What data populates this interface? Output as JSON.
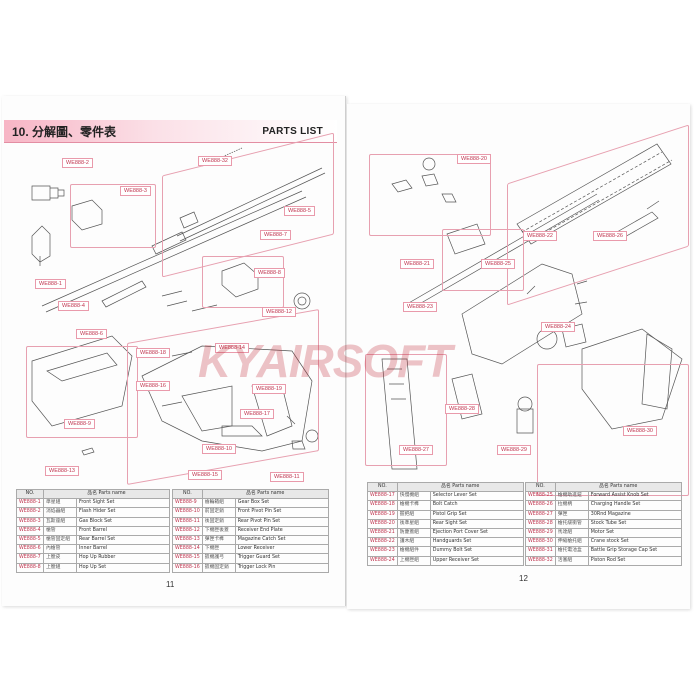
{
  "left_page": {
    "title_zh": "10. 分解圖、零件表",
    "title_en": "PARTS LIST",
    "page_number": "11",
    "callouts": [
      "WE888-2",
      "WE888-3",
      "WE888-32",
      "WE888-5",
      "WE888-7",
      "WE888-1",
      "WE888-4",
      "WE888-6",
      "WE888-8",
      "WE888-12",
      "WE888-14",
      "WE888-18",
      "WE888-16",
      "WE888-19",
      "WE888-9",
      "WE888-17",
      "WE888-10",
      "WE888-13",
      "WE888-15",
      "WE888-11"
    ],
    "table_header": {
      "no": "NO.",
      "name": "品名 Parts name"
    },
    "table_left": [
      {
        "no": "WE888-1",
        "zh": "準星組",
        "en": "Front Sight Set"
      },
      {
        "no": "WE888-2",
        "zh": "消焰器組",
        "en": "Flash Hider Set"
      },
      {
        "no": "WE888-3",
        "zh": "瓦斯座組",
        "en": "Gas Block Set"
      },
      {
        "no": "WE888-4",
        "zh": "槍管",
        "en": "Front Barrel"
      },
      {
        "no": "WE888-5",
        "zh": "槍管固定組",
        "en": "Rear Barrel Set"
      },
      {
        "no": "WE888-6",
        "zh": "內槍管",
        "en": "Inner Barrel"
      },
      {
        "no": "WE888-7",
        "zh": "上膛皮",
        "en": "Hop Up Rubber"
      },
      {
        "no": "WE888-8",
        "zh": "上膛組",
        "en": "Hop Up Set"
      }
    ],
    "table_right": [
      {
        "no": "WE888-9",
        "zh": "齒輪箱組",
        "en": "Gear Box Set"
      },
      {
        "no": "WE888-10",
        "zh": "前固定銷",
        "en": "Front Pivot Pin Set"
      },
      {
        "no": "WE888-11",
        "zh": "後固定銷",
        "en": "Rear Pivot Pin Set"
      },
      {
        "no": "WE888-12",
        "zh": "下機匣後蓋",
        "en": "Receiver End Plate"
      },
      {
        "no": "WE888-13",
        "zh": "彈匣卡榫",
        "en": "Magazine Catch Set"
      },
      {
        "no": "WE888-14",
        "zh": "下機匣",
        "en": "Lower Receiver"
      },
      {
        "no": "WE888-15",
        "zh": "扳機護弓",
        "en": "Trigger Guard Set"
      },
      {
        "no": "WE888-16",
        "zh": "扳機固定銷",
        "en": "Trigger Lock Pin"
      }
    ]
  },
  "right_page": {
    "page_number": "12",
    "callouts": [
      "WE888-20",
      "WE888-22",
      "WE888-26",
      "WE888-21",
      "WE888-25",
      "WE888-23",
      "WE888-24",
      "WE888-28",
      "WE888-27",
      "WE888-29",
      "WE888-30"
    ],
    "table_header": {
      "no": "NO.",
      "name": "品名 Parts name"
    },
    "table_left": [
      {
        "no": "WE888-17",
        "zh": "快慢機組",
        "en": "Selector Lever Set"
      },
      {
        "no": "WE888-18",
        "zh": "槍機卡榫",
        "en": "Bolt Catch"
      },
      {
        "no": "WE888-19",
        "zh": "握把組",
        "en": "Pistol Grip Set"
      },
      {
        "no": "WE888-20",
        "zh": "後準星組",
        "en": "Rear Sight Set"
      },
      {
        "no": "WE888-21",
        "zh": "防塵蓋組",
        "en": "Ejection Port Cover Set"
      },
      {
        "no": "WE888-22",
        "zh": "護木組",
        "en": "Handguards Set"
      },
      {
        "no": "WE888-23",
        "zh": "槍機組件",
        "en": "Dummy Bolt Set"
      },
      {
        "no": "WE888-24",
        "zh": "上機匣組",
        "en": "Upper Receiver Set"
      }
    ],
    "table_right": [
      {
        "no": "WE888-25",
        "zh": "槍機助進鈕",
        "en": "Forward Assist Knob Set"
      },
      {
        "no": "WE888-26",
        "zh": "拉機柄",
        "en": "Charging Handle Set"
      },
      {
        "no": "WE888-27",
        "zh": "彈匣",
        "en": "30Rnd Magazine"
      },
      {
        "no": "WE888-28",
        "zh": "槍托緩衝管",
        "en": "Stock Tube Set"
      },
      {
        "no": "WE888-29",
        "zh": "馬達組",
        "en": "Motor Set"
      },
      {
        "no": "WE888-30",
        "zh": "伸縮槍托組",
        "en": "Crane stock Set"
      },
      {
        "no": "WE888-31",
        "zh": "槍托電池盒",
        "en": "Battle Grip Storage Cap Set"
      },
      {
        "no": "WE888-32",
        "zh": "活塞組",
        "en": "Piston Rod Set"
      }
    ]
  },
  "watermark": "KYAIRSOFT",
  "colors": {
    "accent": "#c0354f",
    "title_bar": "#f7b5c5",
    "box_border": "#e7a0b0"
  }
}
